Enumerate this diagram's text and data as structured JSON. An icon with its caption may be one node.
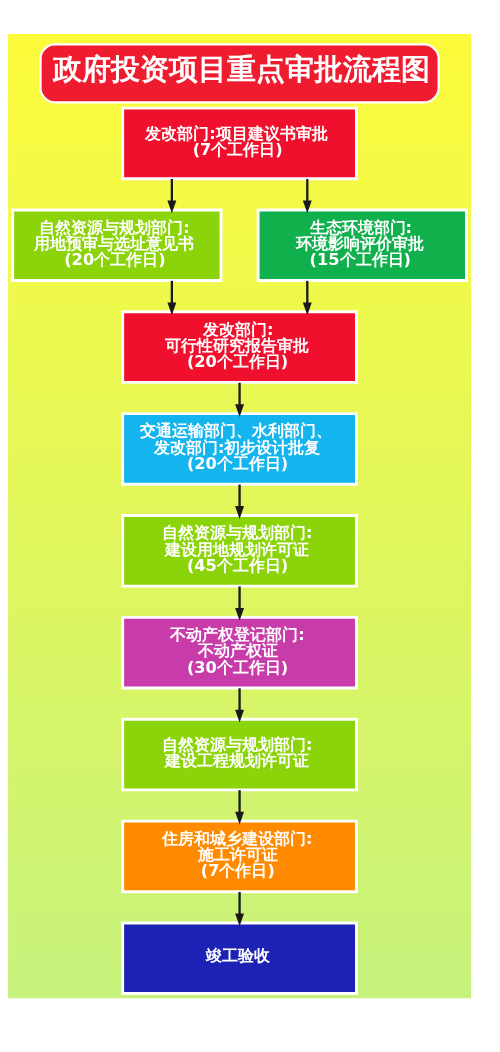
{
  "diagram": {
    "title": "政府投资项目重点审批流程图",
    "nodes": [
      {
        "text": [
          "发改部门:项目建议书审批",
          "(7个工作日)"
        ]
      },
      {
        "text": [
          "自然资源与规划部门:用地预审与选址意见书",
          "(20个工作日)"
        ]
      },
      {
        "text": [
          "生态环境部门:环境影响评价审批",
          "(15个工作日)"
        ]
      },
      {
        "text": [
          "发改部门:可行性研究报告审批",
          "(20个工作日)"
        ]
      },
      {
        "text": [
          "交通运输部门、水利部门、发改部门:初步设计批复",
          "(20个工作日)"
        ]
      },
      {
        "text": [
          "自然资源与规划部门:建设用地规划许可证",
          "(45个工作日)"
        ]
      },
      {
        "text": [
          "不动产权登记部门:不动产权证",
          "(30个工作日)"
        ]
      },
      {
        "text": [
          "自然资源与规划部门:建设工程规划许可证"
        ]
      },
      {
        "text": [
          "住房和城乡建设部门:施工许可证",
          "(7个作日)"
        ]
      },
      {
        "text": [
          "竣工验收"
        ]
      }
    ],
    "edges": [
      {
        "from": 0,
        "to": 1,
        "arrow": "to"
      },
      {
        "from": 0,
        "to": 2,
        "arrow": "to"
      },
      {
        "from": 1,
        "to": 3,
        "arrow": "to"
      },
      {
        "from": 2,
        "to": 3,
        "arrow": "to"
      },
      {
        "from": 3,
        "to": 4,
        "arrow": "to"
      },
      {
        "from": 4,
        "to": 5,
        "arrow": "to"
      },
      {
        "from": 5,
        "to": 6,
        "arrow": "to"
      },
      {
        "from": 6,
        "to": 7,
        "arrow": "to"
      },
      {
        "from": 7,
        "to": 8,
        "arrow": "to"
      },
      {
        "from": 8,
        "to": 9,
        "arrow": "to"
      }
    ]
  }
}
